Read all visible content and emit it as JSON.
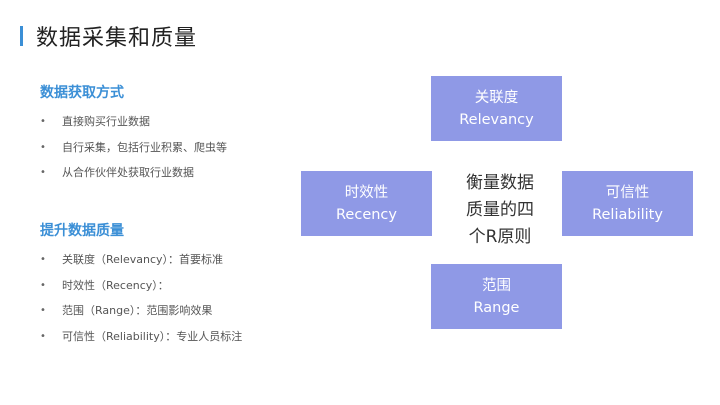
{
  "title": "数据采集和质量",
  "section1": {
    "heading": "数据获取方式",
    "items": [
      "直接购买行业数据",
      "自行采集，包括行业积累、爬虫等",
      "从合作伙伴处获取行业数据"
    ]
  },
  "section2": {
    "heading": "提升数据质量",
    "items": [
      "关联度（Relevancy）：首要标准",
      "时效性（Recency）：",
      "范围（Range）：范围影响效果",
      "可信性（Reliability）：专业人员标注"
    ]
  },
  "diagram": {
    "center": [
      "衡量数据",
      "质量的四",
      "个R原则"
    ],
    "top": {
      "cn": "关联度",
      "en": "Relevancy"
    },
    "left": {
      "cn": "时效性",
      "en": "Recency"
    },
    "right": {
      "cn": "可信性",
      "en": "Reliability"
    },
    "bottom": {
      "cn": "范围",
      "en": "Range"
    }
  },
  "colors": {
    "accent": "#3b8fd6",
    "box": "#8f99e6"
  }
}
